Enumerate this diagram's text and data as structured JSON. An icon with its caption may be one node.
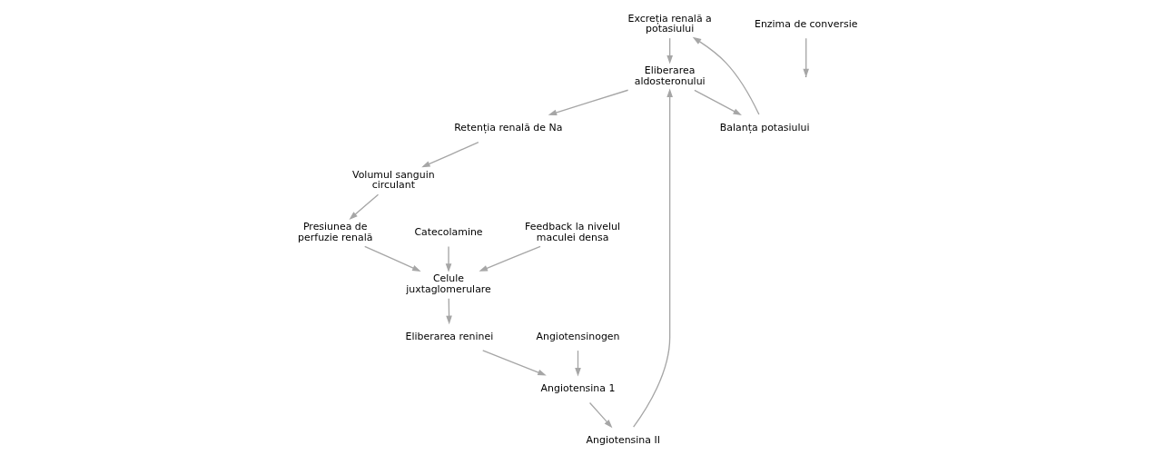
{
  "diagram": {
    "nodes": [
      {
        "text": [
          "Excreția renală a potasiului"
        ]
      },
      {
        "text": [
          "Retenția renală de Na"
        ]
      },
      {
        "text": [
          "Volumul sanguin circulant"
        ]
      },
      {
        "text": [
          "Presiunea de perfuzie renală"
        ]
      },
      {
        "text": [
          "Catecolamine"
        ]
      },
      {
        "text": [
          "Eliberarea aldosteronului"
        ]
      },
      {
        "text": [
          "Celule juxtaglomerulare"
        ]
      },
      {
        "text": [
          "Angiotensinogen"
        ]
      },
      {
        "text": [
          "Balanța potasiului"
        ]
      },
      {
        "text": [
          "Angiotensina II"
        ]
      },
      {
        "text": [
          "Eliberarea reninei"
        ]
      },
      {
        "text": [
          "Feedback la nivelul maculei densa"
        ]
      },
      {
        "text": [
          "Enzima de conversie"
        ]
      },
      {
        "text": [
          "Angiotensina 1"
        ]
      }
    ],
    "edges": [
      {
        "from": 0,
        "to": 5,
        "arrow": "to"
      },
      {
        "from": 5,
        "to": 1,
        "arrow": "to"
      },
      {
        "from": 1,
        "to": 2,
        "arrow": "to"
      },
      {
        "from": 2,
        "to": 3,
        "arrow": "to"
      },
      {
        "from": 3,
        "to": 6,
        "arrow": "to"
      },
      {
        "from": 4,
        "to": 6,
        "arrow": "to"
      },
      {
        "from": 11,
        "to": 6,
        "arrow": "to"
      },
      {
        "from": 6,
        "to": 10,
        "arrow": "to"
      },
      {
        "from": 10,
        "to": 13,
        "arrow": "to"
      },
      {
        "from": 7,
        "to": 13,
        "arrow": "to"
      },
      {
        "from": 13,
        "to": 9,
        "arrow": "to"
      },
      {
        "from": 12,
        "to": null,
        "arrow": "to"
      },
      {
        "from": 9,
        "to": 5,
        "arrow": "to"
      },
      {
        "from": 5,
        "to": 8,
        "arrow": "to"
      },
      {
        "from": 8,
        "to": 0,
        "arrow": "to"
      }
    ]
  }
}
